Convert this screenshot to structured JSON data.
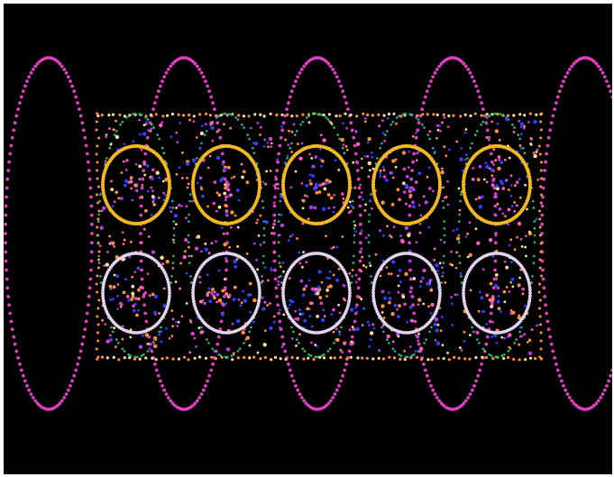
{
  "scene": {
    "background": "#000000",
    "frame_color": "#ffffff"
  },
  "palette": {
    "magenta": "#e040c0",
    "violet": "#b040e0",
    "gold": "#f4b820",
    "lavender": "#e4d4ee",
    "orange": "#ff9040",
    "blue": "#3040ff",
    "green": "#30c070",
    "teal": "#30b0a0",
    "pink": "#ff60c0",
    "cream": "#ffe0a0"
  },
  "rings": {
    "gold_count": 5,
    "lavender_count": 5,
    "green_count": 5,
    "outer_magenta_count": 5
  }
}
